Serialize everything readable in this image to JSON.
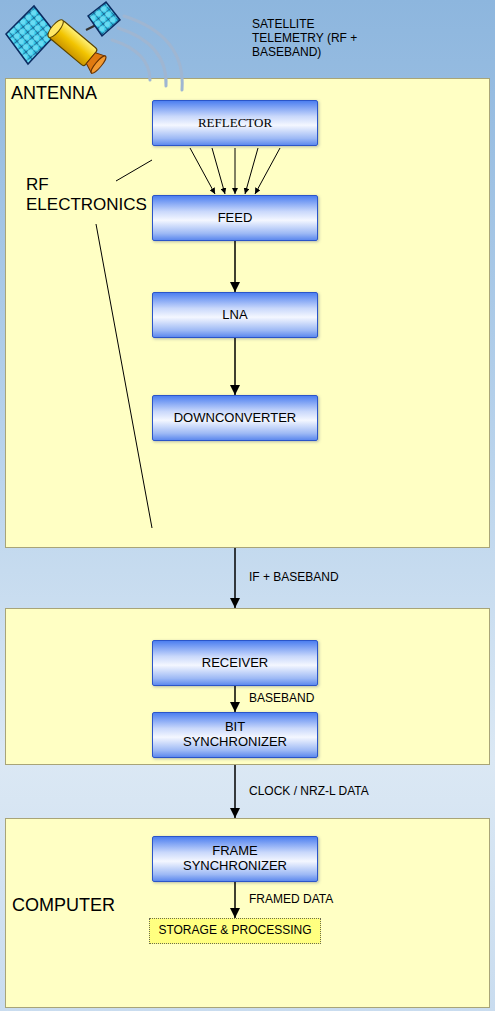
{
  "diagram": {
    "nodes": [
      {
        "text": [
          "ANTENNA",
          "RF ELECTRONICS"
        ]
      },
      {
        "text": [
          "REFLECTOR"
        ],
        "in": 0
      },
      {
        "text": [
          "FEED"
        ],
        "in": 0
      },
      {
        "text": [
          "LNA"
        ],
        "in": 0
      },
      {
        "text": [
          "DOWNCONVERTER"
        ],
        "in": 0
      },
      {
        "text": []
      },
      {
        "text": [
          "RECEIVER"
        ],
        "in": 5
      },
      {
        "text": [
          "BIT SYNCHRONIZER"
        ],
        "in": 5
      },
      {
        "text": [
          "COMPUTER"
        ]
      },
      {
        "text": [
          "FRAME SYNCHRONIZER"
        ],
        "in": 8
      },
      {
        "text": [
          "STORAGE & PROCESSING"
        ],
        "in": 8
      }
    ],
    "edges": [
      {
        "from": 1,
        "to": 2,
        "arrow": "to"
      },
      {
        "from": 2,
        "to": 3,
        "arrow": "to"
      },
      {
        "from": 3,
        "to": 4,
        "arrow": "to"
      },
      {
        "from": 0,
        "to": 5,
        "label": "IF + BASEBAND",
        "arrow": "to"
      },
      {
        "from": 6,
        "to": 7,
        "label": "BASEBAND",
        "arrow": "to"
      },
      {
        "from": 5,
        "to": 8,
        "label": "CLOCK / NRZ-L DATA",
        "arrow": "to"
      },
      {
        "from": 9,
        "to": 10,
        "label": "FRAMED DATA",
        "arrow": "to"
      }
    ],
    "labels": [
      "SATELLITE TELEMETRY (RF + BASEBAND)"
    ]
  }
}
